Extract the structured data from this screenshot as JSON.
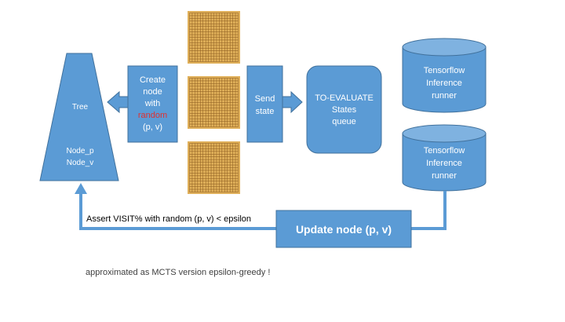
{
  "colors": {
    "blue": "#5b9bd5",
    "blue_stroke": "#41719c",
    "board": "#e0b05a",
    "board_line": "#8a5a1e",
    "random": "#e03030",
    "text_dark": "#404040"
  },
  "tree": {
    "title": "Tree",
    "line1": "Node_p",
    "line2": "Node_v"
  },
  "create_node": {
    "line1": "Create",
    "line2": "node",
    "line3": "with",
    "highlight": "random",
    "line5": "(p, v)"
  },
  "send_state": {
    "line1": "Send",
    "line2": "state"
  },
  "queue": {
    "line1": "TO-EVALUATE",
    "line2": "States",
    "line3": "queue"
  },
  "runners": [
    {
      "line1": "Tensorflow",
      "line2": "Inference",
      "line3": "runner"
    },
    {
      "line1": "Tensorflow",
      "line2": "Inference",
      "line3": "runner"
    }
  ],
  "update_node": {
    "label": "Update node (p, v)"
  },
  "assert_label": "Assert VISIT% with random (p, v) < epsilon",
  "footnote": "approximated as MCTS version epsilon-greedy !",
  "go_boards": {
    "count": 3,
    "grid_lines": 19
  }
}
